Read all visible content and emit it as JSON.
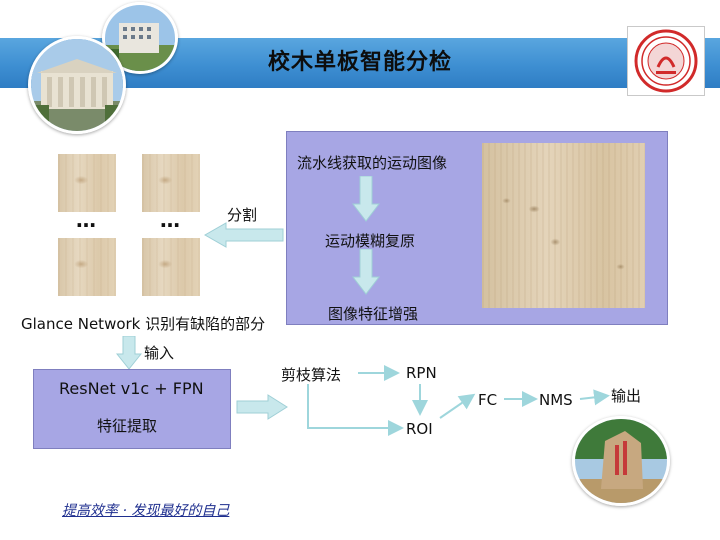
{
  "header": {
    "title": "校木单板智能分检"
  },
  "process": {
    "step1": "流水线获取的运动图像",
    "step2": "运动模糊复原",
    "step3": "图像特征增强",
    "split_label": "分割",
    "dots": "…"
  },
  "glance": {
    "text": "Glance Network 识别有缺陷的部分",
    "input_label": "输入"
  },
  "backbone": {
    "line1": "ResNet v1c + FPN",
    "line2": "特征提取"
  },
  "pipeline": {
    "pruning": "剪枝算法",
    "rpn": "RPN",
    "roi": "ROI",
    "fc": "FC",
    "nms": "NMS",
    "output": "输出"
  },
  "footer": {
    "motto": "提高效率 · 发现最好的自己"
  },
  "colors": {
    "banner": "#3e8fd2",
    "panel": "#a7a6e4",
    "arrow_fill": "#c8e8ec",
    "arrow_stroke": "#9fcfd6",
    "connector": "#9ed6dc",
    "footer_text": "#1f2f8f",
    "logo_red": "#d12a2a"
  }
}
